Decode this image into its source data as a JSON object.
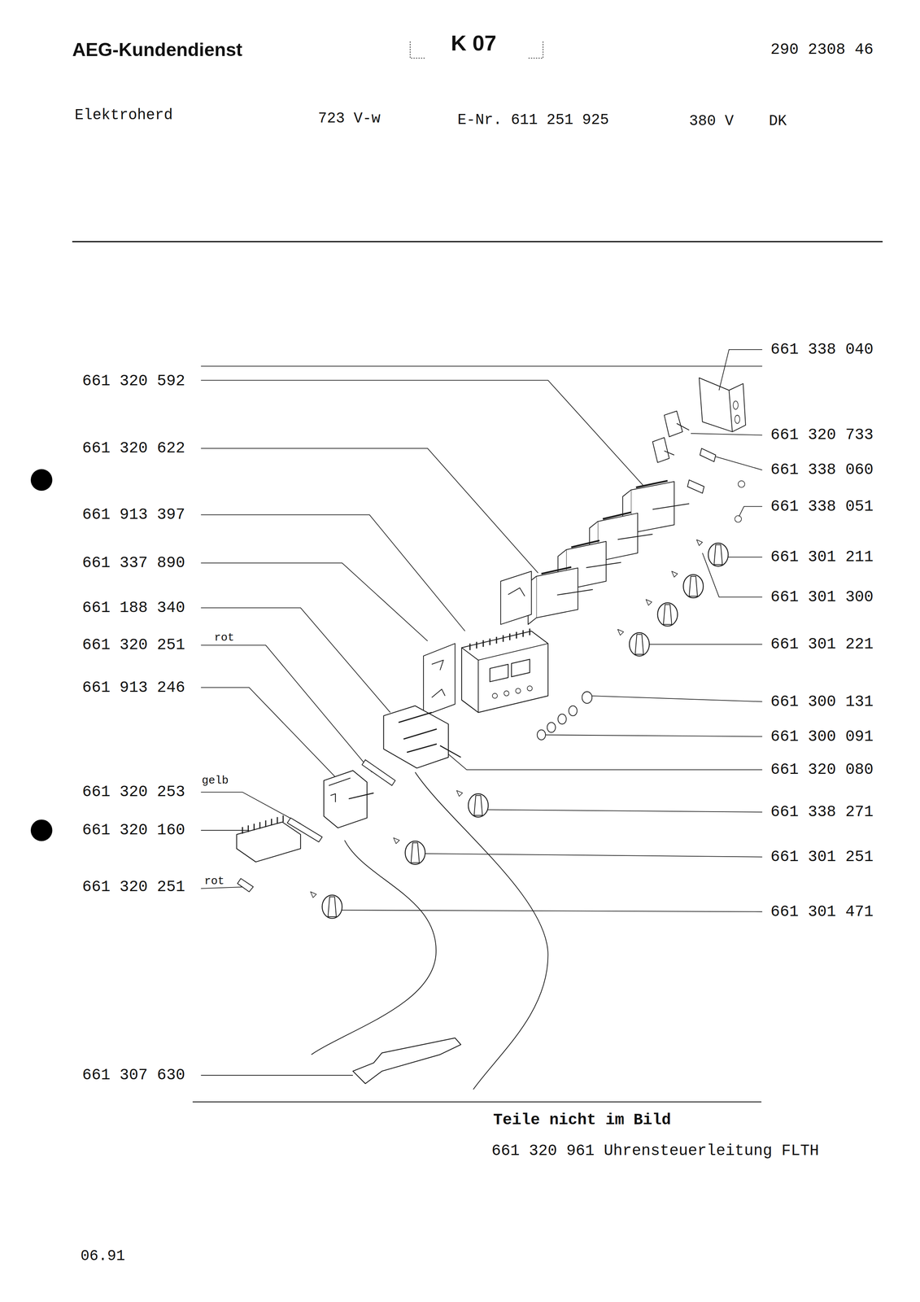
{
  "diagram": {
    "title": "AEG-Kundendienst",
    "labels": [
      "K 07",
      "290 2308 46",
      "Elektroherd",
      "723 V-w",
      "E-Nr. 611 251 925",
      "380 V",
      "DK",
      "661 320 592",
      "661 320 622",
      "661 913 397",
      "661 337 890",
      "661 188 340",
      "661 320 251",
      "rot",
      "661 913 246",
      "661 320 253",
      "gelb",
      "661 320 160",
      "661 320 251",
      "rot",
      "661 307 630",
      "661 338 040",
      "661 320 733",
      "661 338 060",
      "661 338 051",
      "661 301 211",
      "661 301 300",
      "661 301 221",
      "661 300 131",
      "661 300 091",
      "661 320 080",
      "661 338 271",
      "661 301 251",
      "661 301 471",
      "Teile nicht im Bild",
      "661 320 961 Uhrensteuerleitung FLTH",
      "06.91"
    ]
  }
}
